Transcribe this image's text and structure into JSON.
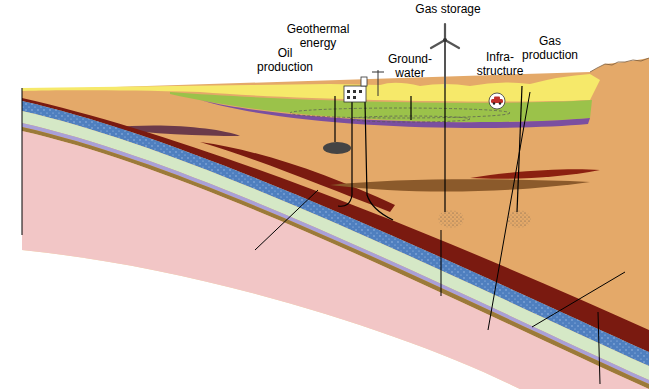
{
  "diagram": {
    "labels": [
      "Gas storage",
      "Geothermal energy",
      "Oil production",
      "Ground- water",
      "Infra- structure",
      "Gas production"
    ]
  }
}
